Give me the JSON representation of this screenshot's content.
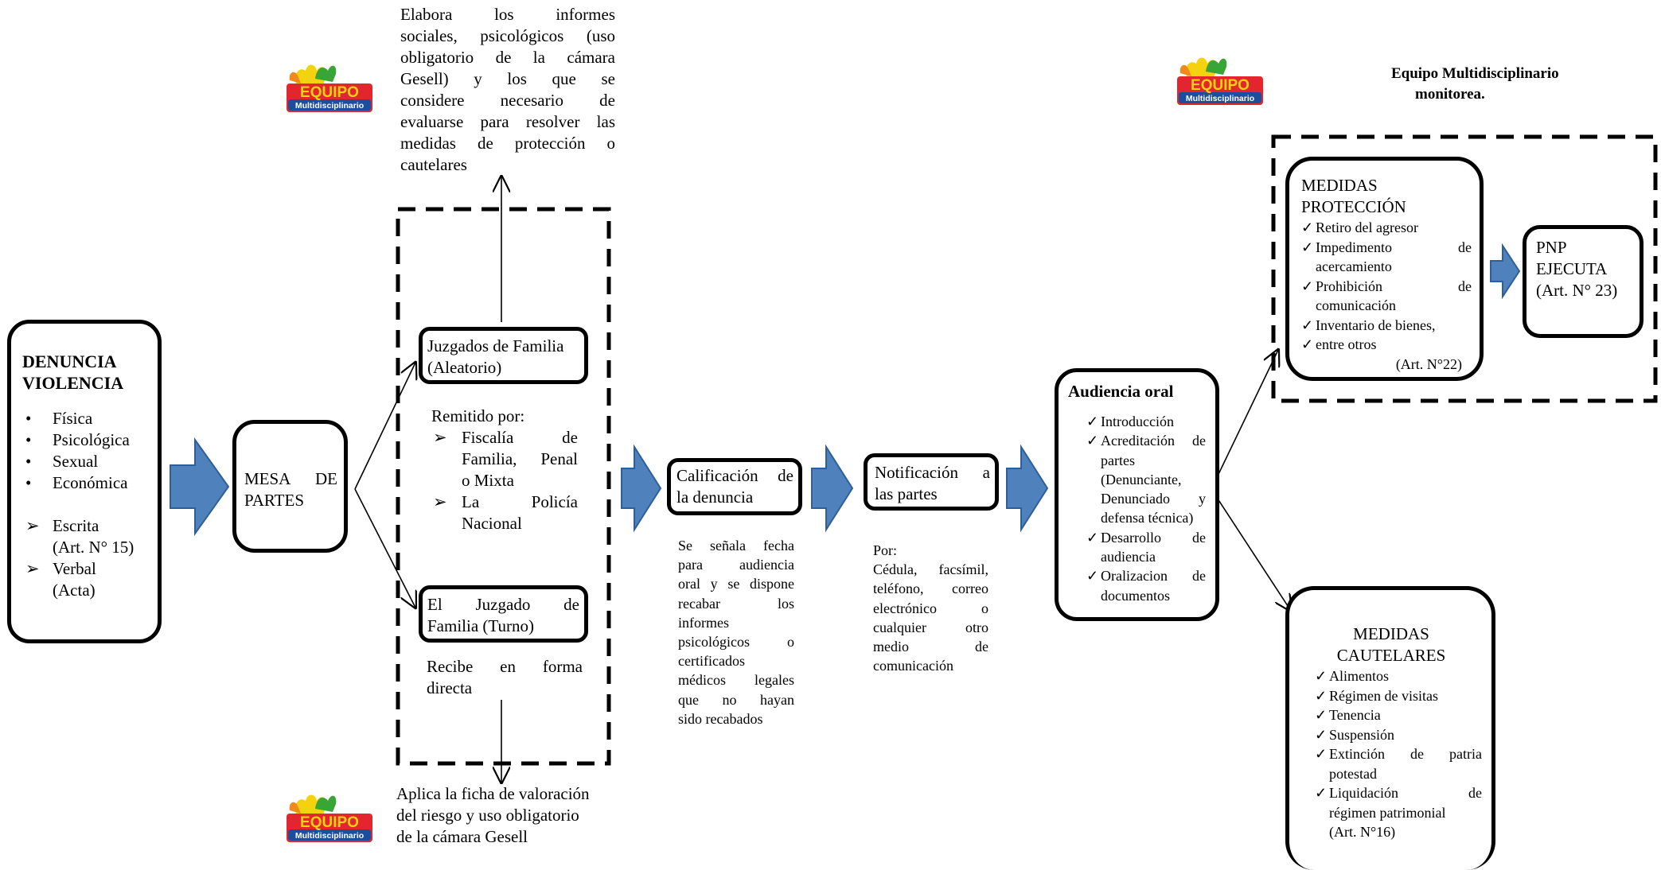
{
  "denuncia": {
    "title_line1": "DENUNCIA",
    "title_line2": "VIOLENCIA",
    "types": [
      {
        "label": "Física"
      },
      {
        "label": "Psicológica"
      },
      {
        "label": "Sexual"
      },
      {
        "label": "Económica"
      }
    ],
    "forms": [
      {
        "line1": "Escrita",
        "line2": "(Art. N° 15)"
      },
      {
        "line1": "Verbal",
        "line2": "(Acta)"
      }
    ]
  },
  "mesa": {
    "line1": "MESA DE",
    "line2": "PARTES"
  },
  "juzgado_familia": {
    "line1": "Juzgados de Familia",
    "line2": "(Aleatorio)"
  },
  "remitido": {
    "heading": "Remitido por:",
    "items": [
      {
        "line1": "Fiscalía de",
        "line2": "Familia, Penal",
        "line3": "o Mixta"
      },
      {
        "line1": "La Policía",
        "line2": "Nacional"
      }
    ]
  },
  "juzgado_turno": {
    "line1": "El Juzgado de",
    "line2": "Familia (Turno)"
  },
  "recibe": {
    "line1": "Recibe en forma",
    "line2": "directa"
  },
  "informes_top": {
    "lines": [
      "Elabora los informes",
      "sociales, psicológicos (uso",
      "obligatorio de la cámara",
      "Gesell) y los que se",
      "considere necesario de",
      "evaluarse para resolver las",
      "medidas de protección o",
      "cautelares"
    ]
  },
  "aplica": {
    "lines": [
      "Aplica la ficha de valoración",
      "del riesgo y uso obligatorio",
      "de la cámara Gesell"
    ]
  },
  "calificacion": {
    "line1": "Calificación de",
    "line2": "la denuncia"
  },
  "senala": {
    "lines": [
      "Se señala fecha",
      "para audiencia",
      "oral y se dispone",
      "recabar los",
      "informes",
      "psicológicos o",
      "certificados",
      "médicos legales",
      "que no hayan",
      "sido recabados"
    ]
  },
  "notificacion": {
    "line1": "Notificación a",
    "line2": "las partes"
  },
  "por": {
    "lines": [
      "Por:",
      "Cédula, facsímil,",
      "teléfono, correo",
      "electrónico o",
      "cualquier otro",
      "medio de",
      "comunicación"
    ]
  },
  "audiencia": {
    "title": "Audiencia oral",
    "items": [
      {
        "line1": "Introducción"
      },
      {
        "line1": "Acreditación de",
        "line2": "partes",
        "line3": "(Denunciante,",
        "line4": "Denunciado y",
        "line5": "defensa técnica)"
      },
      {
        "line1": "Desarrollo de",
        "line2": "audiencia"
      },
      {
        "line1": "Oralizacion de",
        "line2": "documentos"
      }
    ]
  },
  "monitorea": {
    "line1": "Equipo Multidisciplinario",
    "line2": "monitorea."
  },
  "proteccion": {
    "title_line1": "MEDIDAS",
    "title_line2": "PROTECCIÓN",
    "items": [
      {
        "line1": "Retiro del agresor"
      },
      {
        "line1": "Impedimento de",
        "line2": "acercamiento"
      },
      {
        "line1": "Prohibición de",
        "line2": "comunicación"
      },
      {
        "line1": "Inventario de bienes,"
      },
      {
        "line1": "entre otros"
      }
    ],
    "article": "(Art. N°22)"
  },
  "pnp": {
    "line1": "PNP",
    "line2": "EJECUTA",
    "line3": "(Art. N° 23)"
  },
  "cautelares": {
    "title_line1": "MEDIDAS",
    "title_line2": "CAUTELARES",
    "items": [
      {
        "line1": "Alimentos"
      },
      {
        "line1": "Régimen de visitas"
      },
      {
        "line1": "Tenencia"
      },
      {
        "line1": "Suspensión"
      },
      {
        "line1": "Extinción de patria",
        "line2": "potestad"
      },
      {
        "line1": "Liquidación de",
        "line2": "régimen patrimonial"
      },
      {
        "line1": "(Art. N°16)"
      }
    ]
  },
  "logo": {
    "text_line1": "EQUIPO",
    "text_line2": "Multidisciplinario",
    "colors": {
      "red": "#e3262d",
      "blue": "#1d4e9e",
      "yellow": "#f5d20f",
      "green": "#3aa537",
      "orange": "#f08a1c"
    }
  },
  "colors": {
    "arrow_fill": "#4f81bd",
    "arrow_stroke": "#2f5f98",
    "line": "#000000"
  }
}
